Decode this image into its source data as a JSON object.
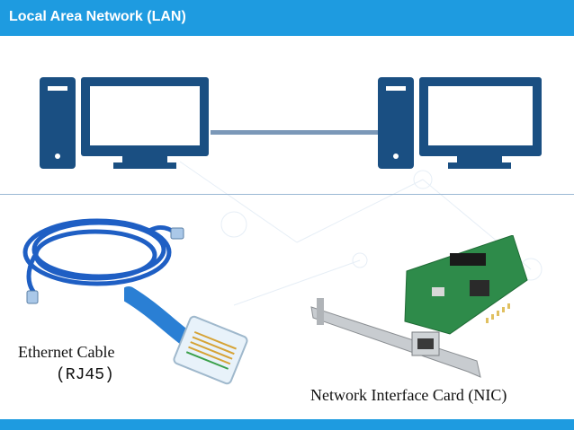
{
  "header": {
    "title": "Local Area Network (LAN)"
  },
  "diagram": {
    "computers": [
      "computer",
      "computer"
    ],
    "link": "network-link"
  },
  "items": {
    "cable": {
      "label_line1": "Ethernet Cable",
      "label_line2": "(RJ45)"
    },
    "nic": {
      "label": "Network Interface Card (NIC)"
    }
  },
  "colors": {
    "header": "#1e9be0",
    "computer": "#1a4f82",
    "cable": "#1f5fc4",
    "link": "#7b98b8",
    "pcb": "#2e8b4a"
  }
}
